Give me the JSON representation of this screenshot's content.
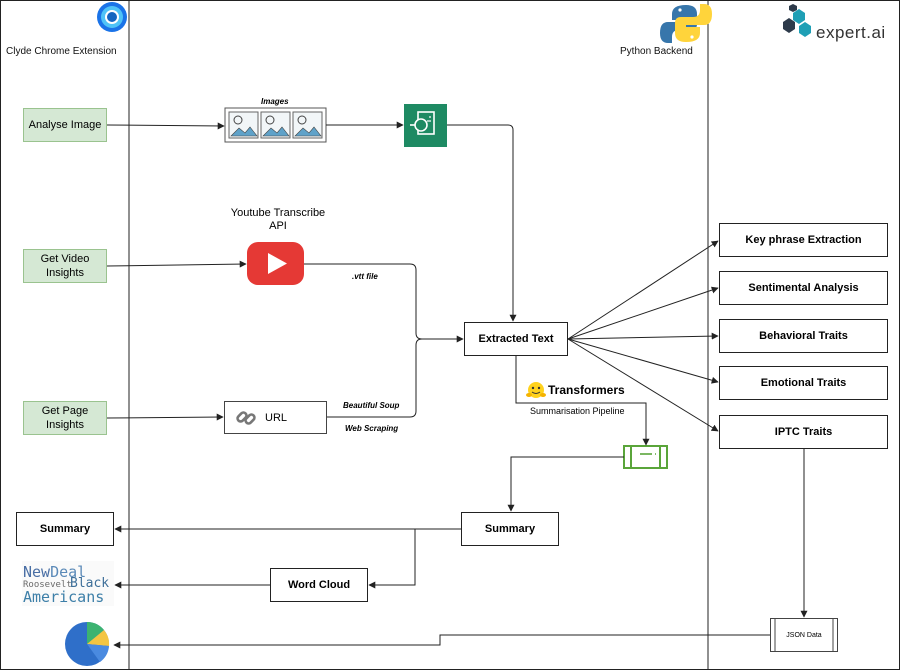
{
  "lanes": {
    "left": "Clyde Chrome Extension",
    "middle": "Python Backend",
    "right_logo": "expert.ai"
  },
  "inputs": {
    "analyse_image": "Analyse Image",
    "video_insights": "Get Video Insights",
    "page_insights": "Get Page Insights"
  },
  "labels": {
    "images": "Images",
    "youtube_api": "Youtube Transcribe API",
    "vtt_file": ".vtt file",
    "url": "URL",
    "beautiful_soup": "Beautiful Soup",
    "web_scraping": "Web Scraping",
    "transformers": "Transformers",
    "summarisation_pipeline": "Summarisation Pipeline",
    "json_data": "JSON Data"
  },
  "nodes": {
    "extracted_text": "Extracted Text",
    "summary_backend": "Summary",
    "summary_ext": "Summary",
    "word_cloud": "Word Cloud"
  },
  "traits": [
    "Key phrase Extraction",
    "Sentimental Analysis",
    "Behavioral Traits",
    "Emotional Traits",
    "IPTC Traits"
  ],
  "word_cloud_words": [
    "New",
    "Deal",
    "Roosevelt",
    "Black",
    "Americans"
  ],
  "colors": {
    "green_fill": "#d5e8d4",
    "youtube_red": "#e53935",
    "aws_green": "#1e8a63",
    "pipe_green": "#5aa53a",
    "word_cloud_text": "#4a6fa5"
  }
}
